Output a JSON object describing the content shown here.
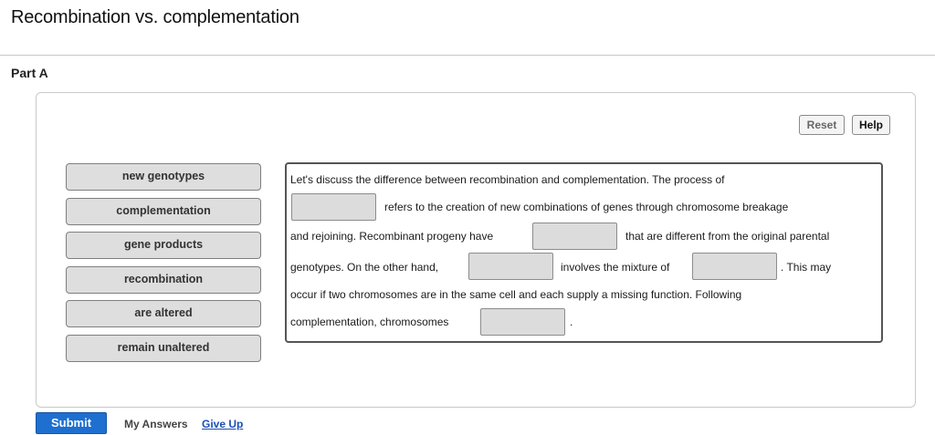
{
  "page": {
    "title": "Recombination vs. complementation",
    "part_label": "Part A"
  },
  "toolbar": {
    "reset_label": "Reset",
    "help_label": "Help"
  },
  "answer_chips": [
    "new genotypes",
    "complementation",
    "gene products",
    "recombination",
    "are altered",
    "remain unaltered"
  ],
  "passage": {
    "line1": "Let's discuss the difference between recombination and complementation. The process of",
    "line2_after_blank1": "refers to the creation of new combinations of genes through chromosome breakage",
    "line3_before_blank2": "and rejoining. Recombinant progeny have",
    "line3_after_blank2": "that are different from the original parental",
    "line4_before_blank3": "genotypes. On the other hand,",
    "line4_between_blank3_blank4": "involves the mixture of",
    "line4_after_blank4": ". This may",
    "line5": "occur if two chromosomes are in the same cell and each supply a missing function. Following",
    "line6_before_blank5": "complementation, chromosomes",
    "line6_after_blank5": "."
  },
  "footer": {
    "submit_label": "Submit",
    "my_answers_label": "My Answers",
    "give_up_label": "Give Up"
  }
}
